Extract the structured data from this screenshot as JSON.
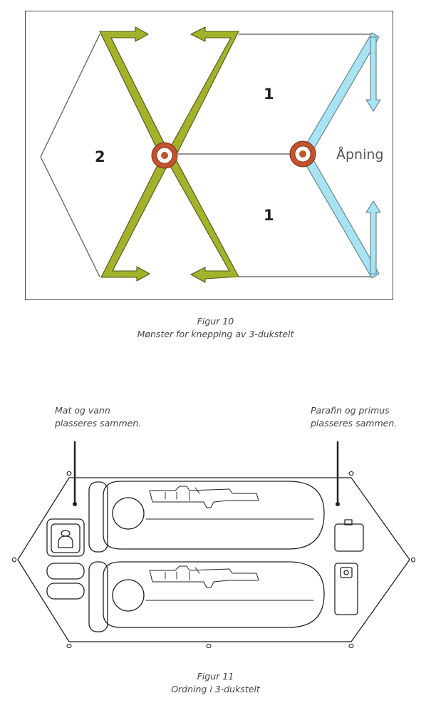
{
  "figure10": {
    "labels": {
      "section_left": "2",
      "section_top": "1",
      "section_bottom": "1",
      "opening": "Åpning"
    },
    "caption_title": "Figur 10",
    "caption_text": "Mønster for knepping av 3-dukstelt",
    "colors": {
      "green_straps": "#a3b22b",
      "blue_straps": "#a9e3f1",
      "rings": "#c1532e",
      "outline": "#555555"
    }
  },
  "figure11": {
    "note_left_line1": "Mat og vann",
    "note_left_line2": "plasseres sammen.",
    "note_right_line1": "Parafin og primus",
    "note_right_line2": "plasseres sammen.",
    "caption_title": "Figur 11",
    "caption_text": "Ordning i 3-dukstelt"
  }
}
